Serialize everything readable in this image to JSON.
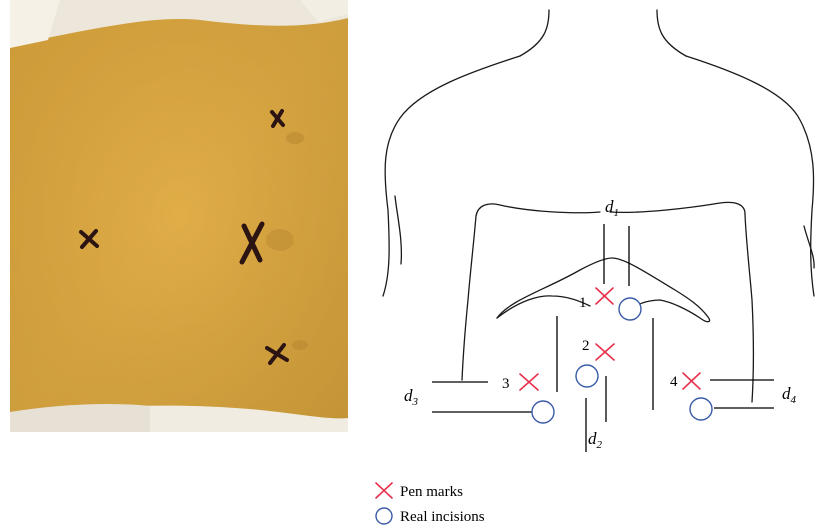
{
  "colors": {
    "pen_mark": "#e8304c",
    "incision": "#3a5ba8",
    "skin": "#d9a23e",
    "marker_ink": "#2b1412"
  },
  "photo": {
    "marks": [
      "x",
      "x",
      "X",
      "x"
    ]
  },
  "diagram": {
    "pen_mark_labels": [
      "1",
      "2",
      "3",
      "4"
    ],
    "distances": [
      {
        "base": "d",
        "sub": "1"
      },
      {
        "base": "d",
        "sub": "2"
      },
      {
        "base": "d",
        "sub": "3"
      },
      {
        "base": "d",
        "sub": "4"
      }
    ]
  },
  "legend": {
    "pen_marks": {
      "label": "Pen marks",
      "icon": "x-mark-icon"
    },
    "real_incisions": {
      "label": "Real incisions",
      "icon": "circle-icon"
    }
  }
}
